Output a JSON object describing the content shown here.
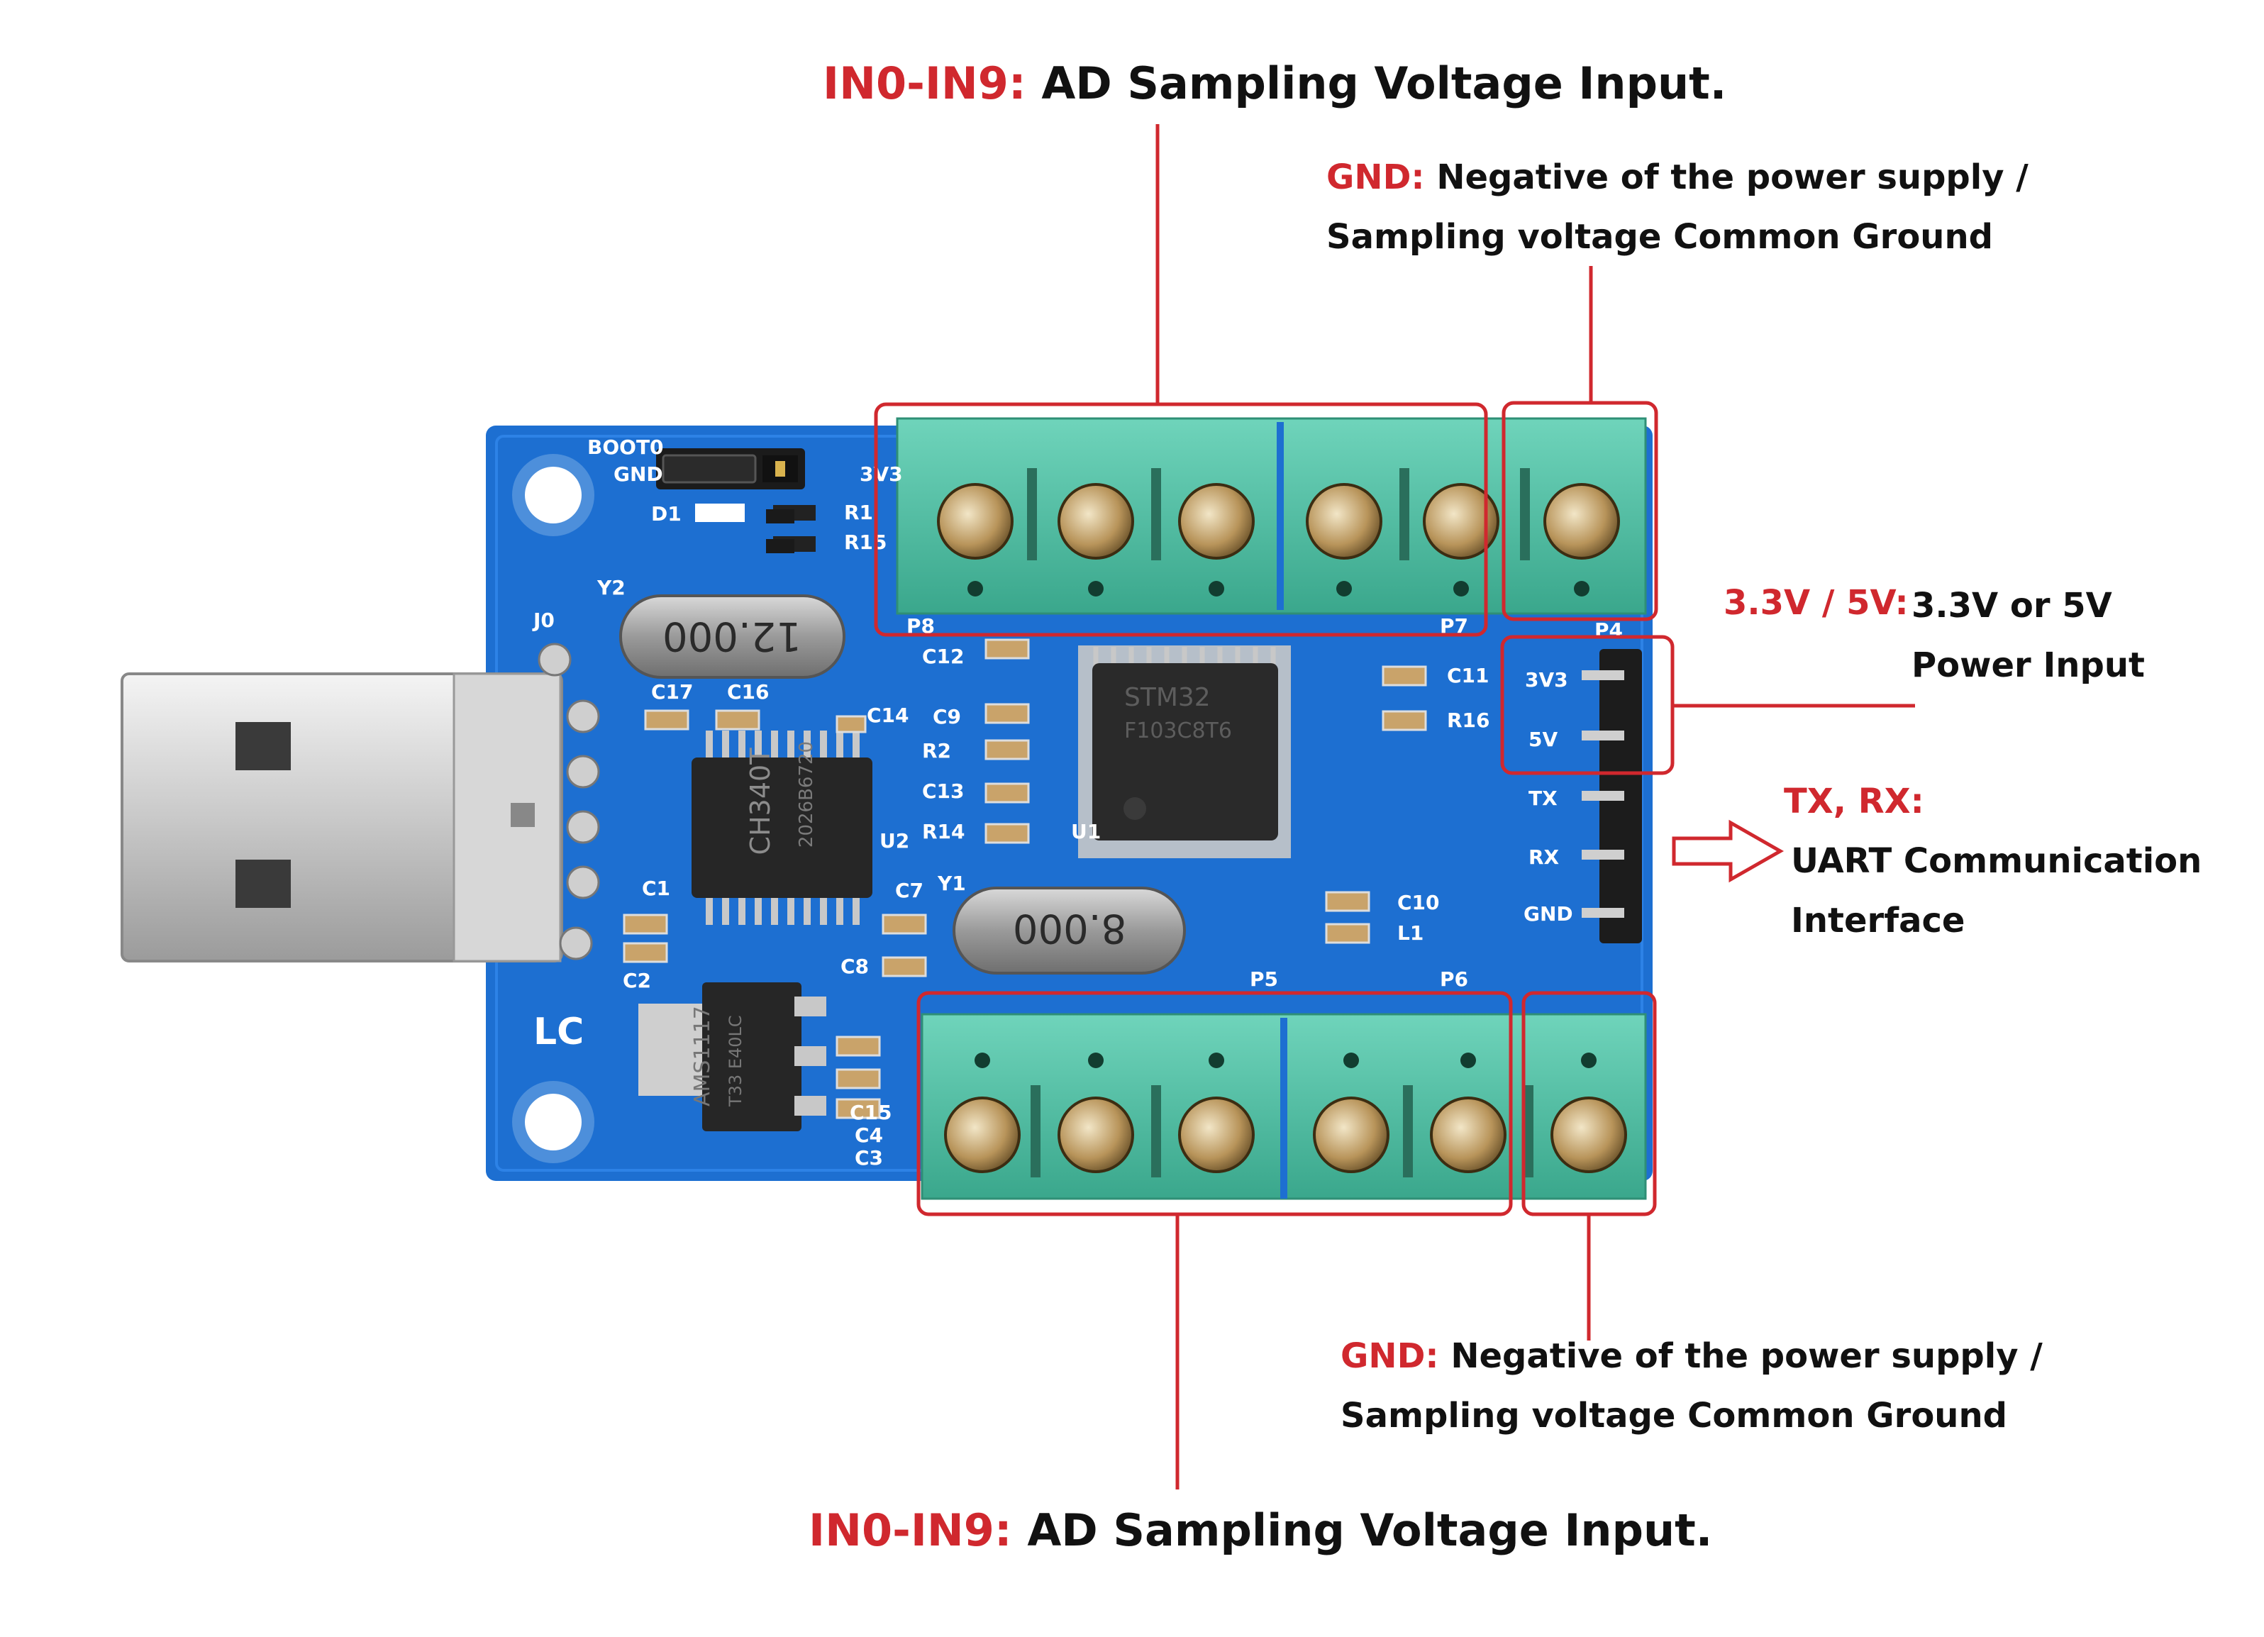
{
  "colors": {
    "accent_red": "#d0282e",
    "pcb_blue": "#1d6fd1",
    "terminal_green": "#4fc1a5",
    "text_dark": "#111111"
  },
  "labels": {
    "top_inputs": {
      "key": "IN0-IN9:",
      "text": " AD Sampling Voltage Input."
    },
    "top_gnd": {
      "key": "GND:",
      "text": " Negative of the power supply / Sampling voltage Common Ground"
    },
    "power": {
      "key": "3.3V / 5V:",
      "text": "3.3V or 5V Power Input"
    },
    "uart": {
      "key": "TX, RX:",
      "text": "UART Communication Interface"
    },
    "bottom_gnd": {
      "key": "GND:",
      "text": " Negative of the power supply / Sampling voltage Common Ground"
    },
    "bottom_inputs": {
      "key": "IN0-IN9:",
      "text": " AD Sampling Voltage Input."
    }
  },
  "board": {
    "silkscreen": {
      "boot": "BOOT0",
      "gnd": "GND",
      "v33": "3V3",
      "d1": "D1",
      "r1": "R1",
      "r15": "R15",
      "y2": "Y2",
      "j0": "J0",
      "p8": "P8",
      "p7": "P7",
      "p4": "P4",
      "p5": "P5",
      "p6": "P6",
      "c12": "C12",
      "c9": "C9",
      "r2": "R2",
      "c13": "C13",
      "r14": "R14",
      "u1": "U1",
      "u2": "U2",
      "c17": "C17",
      "c16": "C16",
      "c14": "C14",
      "c11": "C11",
      "r16": "R16",
      "c10": "C10",
      "l1": "L1",
      "c1": "C1",
      "c2": "C2",
      "c7": "C7",
      "y1": "Y1",
      "c8": "C8",
      "c15": "C15",
      "c4": "C4",
      "c3": "C3",
      "logo": "LC",
      "pin_3v3": "3V3",
      "pin_5v": "5V",
      "pin_tx": "TX",
      "pin_rx": "RX",
      "pin_gnd": "GND"
    },
    "chips": {
      "crystal_top": "12.000",
      "crystal_bottom": "8.000",
      "usb_chip": "CH340T",
      "usb_chip_code": "2026B6720",
      "mcu_line1": "STM32",
      "mcu_line2": "F103C8T6",
      "regulator_line1": "AMS1117",
      "regulator_line2": "T33 E40LC"
    }
  }
}
